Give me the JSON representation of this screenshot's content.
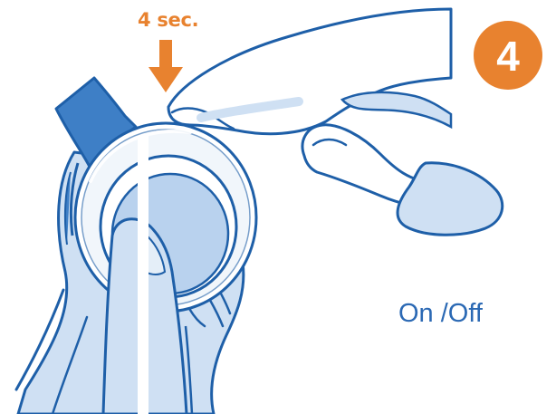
{
  "timer": {
    "label": "4 sec."
  },
  "step": {
    "number": "4"
  },
  "caption": {
    "text": "On /Off"
  },
  "colors": {
    "accent_orange": "#E8822F",
    "outline_blue": "#1E5FA8",
    "fill_light_blue": "#CFE0F3",
    "fill_mid_blue": "#B9D2EE",
    "strap_blue": "#3E7FC6",
    "caption_blue": "#2B69B4"
  },
  "icons": {
    "arrow": "down-arrow-icon",
    "device": "wearable-device-illustration",
    "hand_top": "pressing-finger-illustration",
    "hand_bottom": "wrist-hand-illustration"
  }
}
